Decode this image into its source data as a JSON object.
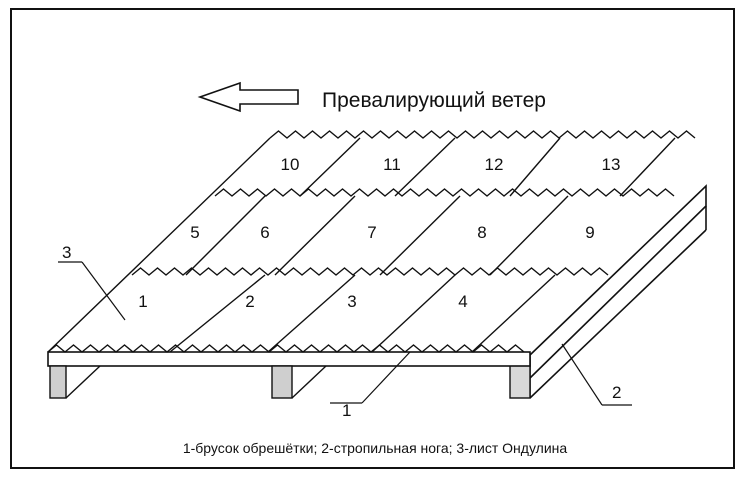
{
  "wind": {
    "label": "Превалирующий ветер"
  },
  "sheets": [
    "1",
    "2",
    "3",
    "4",
    "5",
    "6",
    "7",
    "8",
    "9",
    "10",
    "11",
    "12",
    "13"
  ],
  "callouts": {
    "c1": "1",
    "c2": "2",
    "c3": "3"
  },
  "caption": "1-брусок обрешётки; 2-стропильная нога; 3-лист Ондулина"
}
